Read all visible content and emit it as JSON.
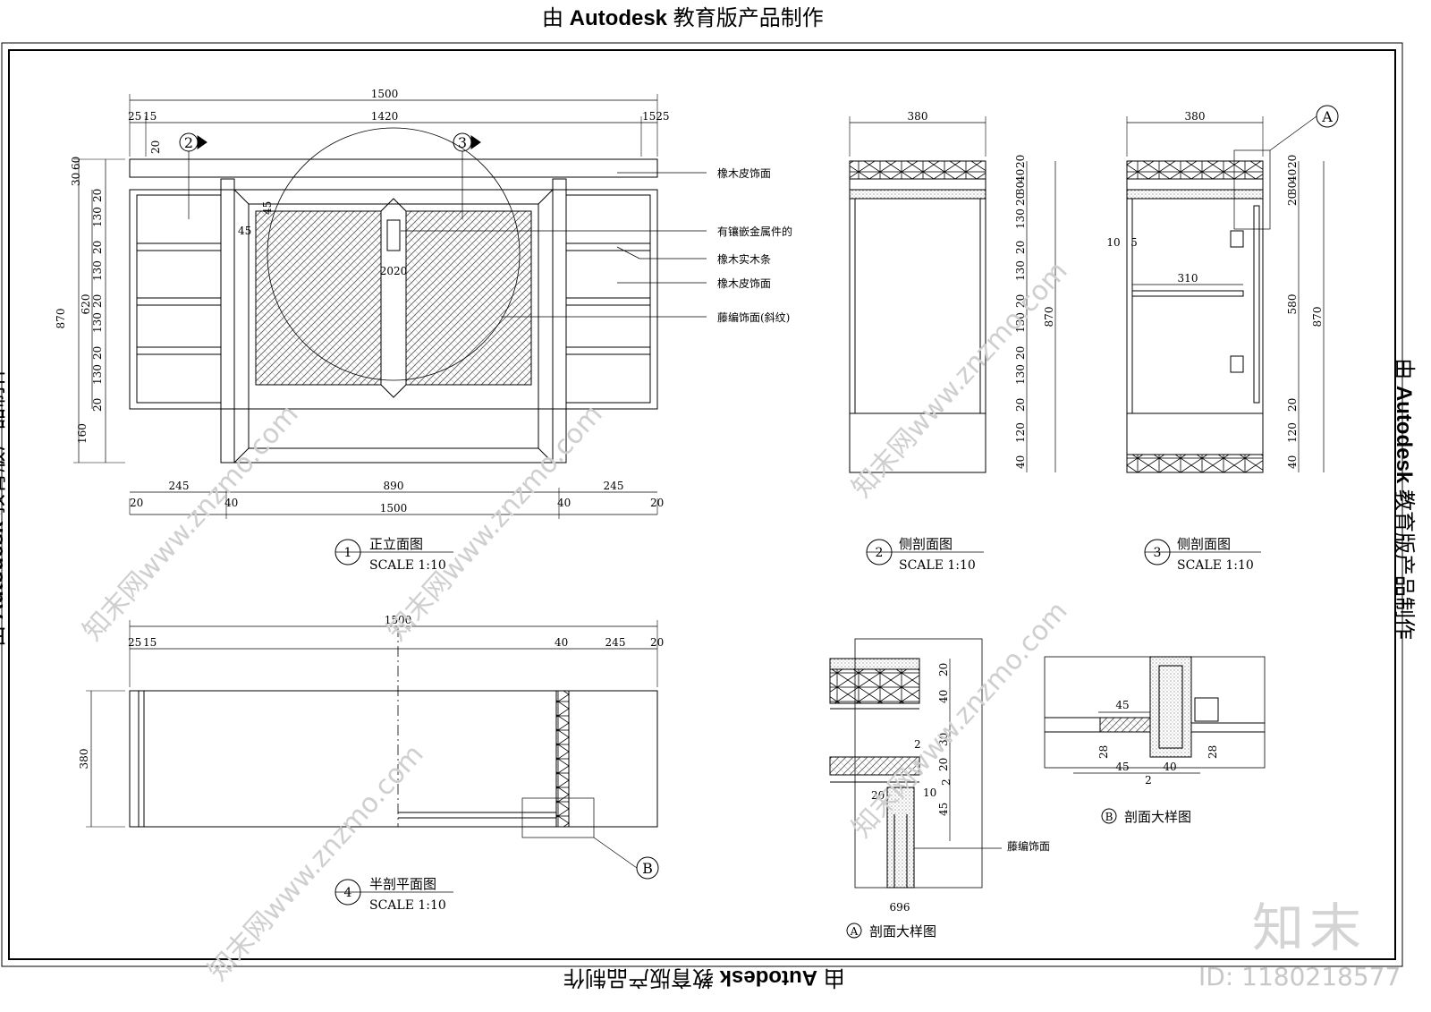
{
  "stamps": {
    "prefix": "由",
    "brand": "Autodesk",
    "suffix": "教育版产品制作"
  },
  "front_view": {
    "title_num": "1",
    "title": "正立面图",
    "scale": "SCALE 1:10",
    "dim_top_total": "1500",
    "dim_top_inner": "1420",
    "dim_top_left_a": "25",
    "dim_top_left_b": "15",
    "dim_top_right": "1525",
    "dim_bottom_total": "1500",
    "dim_bottom_mid": "890",
    "dim_bottom_side_l": "245",
    "dim_bottom_side_r": "245",
    "dim_bottom_edge_l": "20",
    "dim_bottom_edge_r": "20",
    "dim_bottom_post_l": "40",
    "dim_bottom_post_r": "40",
    "dim_height_total": "870",
    "dim_height_body": "620",
    "dim_left_chain": [
      "30",
      "60",
      "20",
      "130",
      "20",
      "130",
      "20",
      "130",
      "20",
      "130",
      "20",
      "160"
    ],
    "dim_45a": "45",
    "dim_45b": "45",
    "dim_20top": "20",
    "dim_2020": "2020",
    "callout_2": "2",
    "callout_3": "3",
    "leaders": [
      "橡木皮饰面",
      "有镶嵌金属件的",
      "橡木实木条",
      "橡木皮饰面",
      "藤编饰面(斜纹)"
    ]
  },
  "side_view_2": {
    "title_num": "2",
    "title": "侧剖面图",
    "scale": "SCALE 1:10",
    "dim_width": "380",
    "dim_chain": [
      "20",
      "40",
      "30",
      "20",
      "130",
      "20",
      "130",
      "20",
      "130",
      "20",
      "130",
      "20",
      "120",
      "40"
    ],
    "dim_total": "870"
  },
  "side_view_3": {
    "title_num": "3",
    "title": "侧剖面图",
    "scale": "SCALE 1:10",
    "dim_width": "380",
    "dim_inner": "310",
    "dim_10": "10",
    "dim_5": "5",
    "dim_chain": [
      "20",
      "40",
      "30",
      "20",
      "20",
      "120",
      "40"
    ],
    "dim_580": "580",
    "dim_total": "870",
    "callout_a": "A"
  },
  "plan_view": {
    "title_num": "4",
    "title": "半剖平面图",
    "scale": "SCALE 1:10",
    "dim_total": "1500",
    "dim_25": "25",
    "dim_15": "15",
    "dim_40": "40",
    "dim_245": "245",
    "dim_20": "20",
    "dim_depth": "380",
    "callout_b": "B"
  },
  "detail_a": {
    "title_letter": "A",
    "title": "剖面大样图",
    "dim_chain": [
      "20",
      "40",
      "2",
      "30",
      "20",
      "2",
      "45"
    ],
    "dim_20": "20",
    "dim_10": "10",
    "dim_bottom": "696",
    "leader": "藤编饰面"
  },
  "detail_b": {
    "title_letter": "B",
    "title": "剖面大样图",
    "dim_45_top": "45",
    "dim_45_bottom": "45",
    "dim_40": "40",
    "dim_2": "2",
    "dim_28_l": "28",
    "dim_28_r": "28"
  },
  "logo_text": "知末",
  "id_text": "ID: 1180218577",
  "watermark_text": "知末网www.znzmo.com"
}
